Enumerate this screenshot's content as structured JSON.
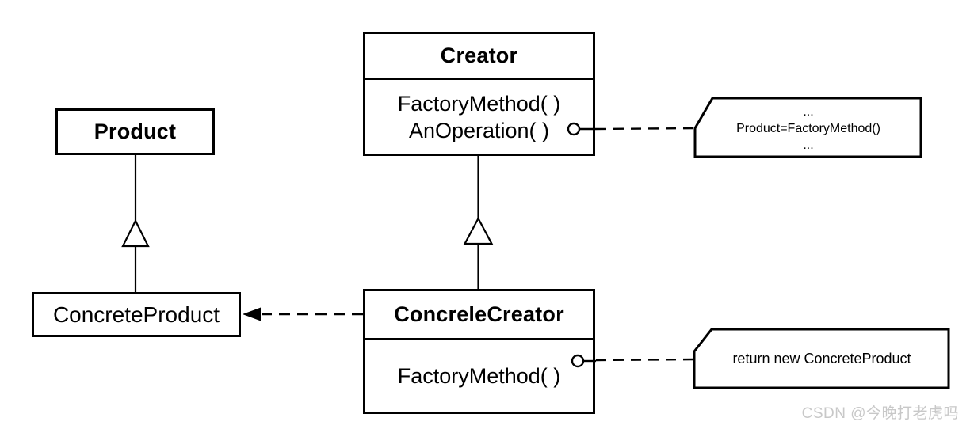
{
  "diagram": {
    "classes": {
      "creator": {
        "name": "Creator",
        "methods": [
          "FactoryMethod( )",
          "AnOperation( )"
        ]
      },
      "product": {
        "name": "Product"
      },
      "concrete_product": {
        "name": "ConcreteProduct"
      },
      "concrete_creator": {
        "name": "ConcreleCreator",
        "methods": [
          "FactoryMethod( )"
        ]
      }
    },
    "notes": {
      "creator_note": {
        "lines": [
          "...",
          "Product=FactoryMethod()",
          "..."
        ]
      },
      "concrete_creator_note": {
        "lines": [
          "return new ConcreteProduct"
        ]
      }
    },
    "relations": [
      {
        "type": "inheritance",
        "from": "ConcreleCreator",
        "to": "Creator"
      },
      {
        "type": "inheritance",
        "from": "ConcreteProduct",
        "to": "Product"
      },
      {
        "type": "dependency-dashed-arrow",
        "from": "ConcreleCreator",
        "to": "ConcreteProduct"
      },
      {
        "type": "note-anchor",
        "from": "AnOperation( )",
        "to": "creator_note"
      },
      {
        "type": "note-anchor",
        "from": "FactoryMethod( )",
        "to": "concrete_creator_note"
      }
    ],
    "colors": {
      "line": "#000000",
      "background": "#ffffff",
      "watermark": "#c8c8c8"
    }
  },
  "watermark": {
    "text": "CSDN @今晚打老虎吗"
  }
}
